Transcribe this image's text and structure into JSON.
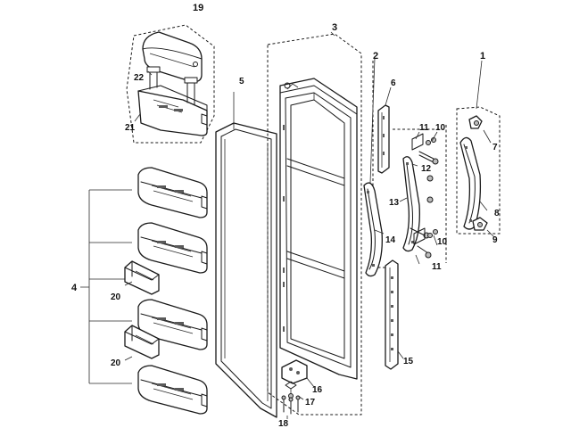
{
  "callouts": {
    "c1": "1",
    "c2": "2",
    "c3": "3",
    "c4": "4",
    "c5": "5",
    "c6": "6",
    "c7": "7",
    "c8": "8",
    "c9": "9",
    "c10a": "10",
    "c10b": "10",
    "c11a": "11",
    "c11b": "11",
    "c12": "12",
    "c13": "13",
    "c14": "14",
    "c15": "15",
    "c16": "16",
    "c17": "17",
    "c18": "18",
    "c19": "19",
    "c20a": "20",
    "c20b": "20",
    "c21": "21",
    "c22": "22"
  }
}
